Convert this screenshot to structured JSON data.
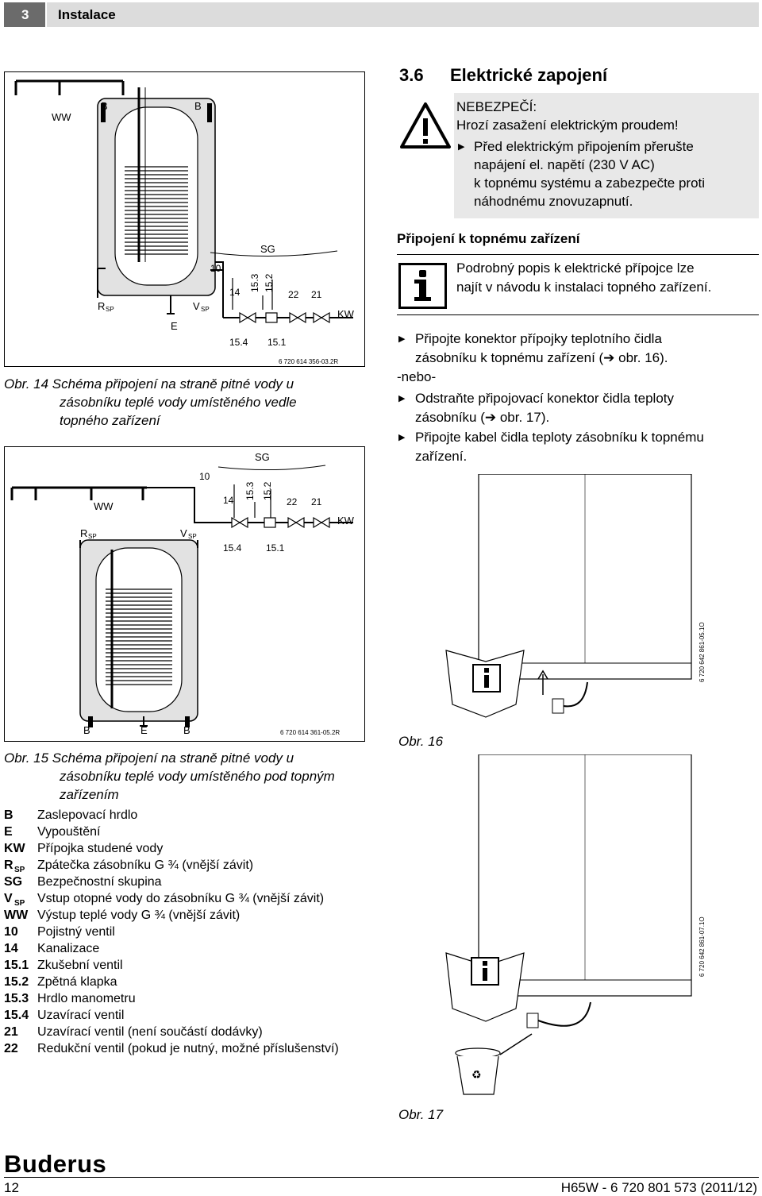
{
  "header": {
    "chapter_number": "3",
    "chapter_title": "Instalace"
  },
  "section": {
    "number": "3.6",
    "title": "Elektrické zapojení"
  },
  "danger": {
    "title": "NEBEZPEČÍ:",
    "line1": "Hrozí zasažení elektrickým proudem!",
    "bullet_l1": "Před elektrickým připojením přerušte",
    "bullet_l2": "napájení el. napětí (230 V AC)",
    "bullet_l3": "k topnému systému a zabezpečte proti",
    "bullet_l4": "náhodnému znovuzapnutí."
  },
  "subsection_title": "Připojení k topnému zařízení",
  "info": {
    "l1": "Podrobný popis k elektrické přípojce lze",
    "l2": "najít v návodu k instalaci topného zařízení."
  },
  "steps": {
    "s1_l1": "Připojte konektor přípojky teplotního čidla",
    "s1_l2": "zásobníku k topnému zařízení (➔ obr. 16).",
    "or": "-nebo-",
    "s2_l1": "Odstraňte připojovací konektor čidla teploty",
    "s2_l2": "zásobníku (➔ obr. 17).",
    "s3_l1": "Připojte kabel čidla teploty zásobníku k topnému",
    "s3_l2": "zařízení."
  },
  "fig14": {
    "caption_l1": "Obr. 14 Schéma připojení na straně pitné vody u",
    "caption_l2": "zásobníku teplé vody umístěného vedle",
    "caption_l3": "topného zařízení",
    "code": "6 720 614 356-03.2R",
    "labels": {
      "ww": "WW",
      "b": "B",
      "sg": "SG",
      "r": "R",
      "sp": "SP",
      "v": "V",
      "e": "E",
      "kw": "KW",
      "n10": "10",
      "n14": "14",
      "n153": "15.3",
      "n152": "15.2",
      "n22": "22",
      "n21": "21",
      "n154": "15.4",
      "n151": "15.1"
    }
  },
  "fig15": {
    "caption_l1": "Obr. 15 Schéma připojení na straně pitné vody u",
    "caption_l2": "zásobníku teplé vody umístěného pod topným",
    "caption_l3": "zařízením",
    "code": "6 720 614 361-05.2R"
  },
  "fig16": {
    "caption": "Obr. 16",
    "code": "6 720 642 861-05.1O"
  },
  "fig17": {
    "caption": "Obr. 17",
    "code": "6 720 642 861-07.1O"
  },
  "legend": [
    {
      "key": "B",
      "sub": "",
      "text": "Zaslepovací hrdlo"
    },
    {
      "key": "E",
      "sub": "",
      "text": "Vypouštění"
    },
    {
      "key": "KW",
      "sub": "",
      "text": "Přípojka studené vody"
    },
    {
      "key": "R",
      "sub": "SP",
      "text": "Zpátečka zásobníku G ¾ (vnější závit)"
    },
    {
      "key": "SG",
      "sub": "",
      "text": "Bezpečnostní skupina"
    },
    {
      "key": "V",
      "sub": "SP",
      "text": "Vstup otopné vody do zásobníku G ¾ (vnější závit)"
    },
    {
      "key": "WW",
      "sub": "",
      "text": "Výstup teplé vody G ¾ (vnější závit)"
    },
    {
      "key": "10",
      "sub": "",
      "text": "Pojistný ventil"
    },
    {
      "key": "14",
      "sub": "",
      "text": "Kanalizace"
    },
    {
      "key": "15.1",
      "sub": "",
      "text": "Zkušební ventil"
    },
    {
      "key": "15.2",
      "sub": "",
      "text": "Zpětná klapka"
    },
    {
      "key": "15.3",
      "sub": "",
      "text": "Hrdlo manometru"
    },
    {
      "key": "15.4",
      "sub": "",
      "text": "Uzavírací ventil"
    },
    {
      "key": "21",
      "sub": "",
      "text": "Uzavírací ventil (není součástí dodávky)"
    },
    {
      "key": "22",
      "sub": "",
      "text": "Redukční ventil (pokud je nutný, možné příslušenství)"
    }
  ],
  "footer": {
    "logo": "Buderus",
    "page": "12",
    "doc": "H65W - 6 720 801 573 (2011/12)"
  }
}
